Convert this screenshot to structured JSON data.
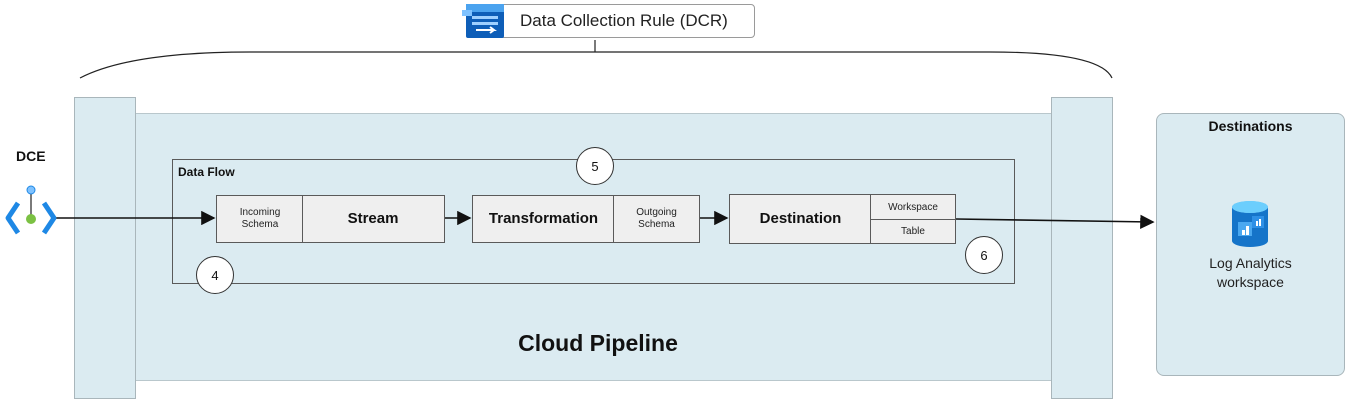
{
  "header": {
    "dcr_label": "Data Collection Rule (DCR)",
    "icon": "dcr-icon"
  },
  "pipeline": {
    "title": "Cloud Pipeline"
  },
  "dce": {
    "label": "DCE",
    "icon": "dce-endpoint-icon"
  },
  "data_flow": {
    "label": "Data Flow",
    "incoming_schema": "Incoming\nSchema",
    "stream": "Stream",
    "transformation": "Transformation",
    "outgoing_schema": "Outgoing\nSchema",
    "destination": "Destination",
    "workspace": "Workspace",
    "table": "Table"
  },
  "markers": {
    "m4": "4",
    "m5": "5",
    "m6": "6"
  },
  "destinations": {
    "title": "Destinations",
    "la_label": "Log Analytics\nworkspace",
    "icon": "log-analytics-icon"
  },
  "colors": {
    "pipeline": "#dbebf1",
    "stage": "#efefef",
    "accent_blue": "#1e88e5"
  }
}
